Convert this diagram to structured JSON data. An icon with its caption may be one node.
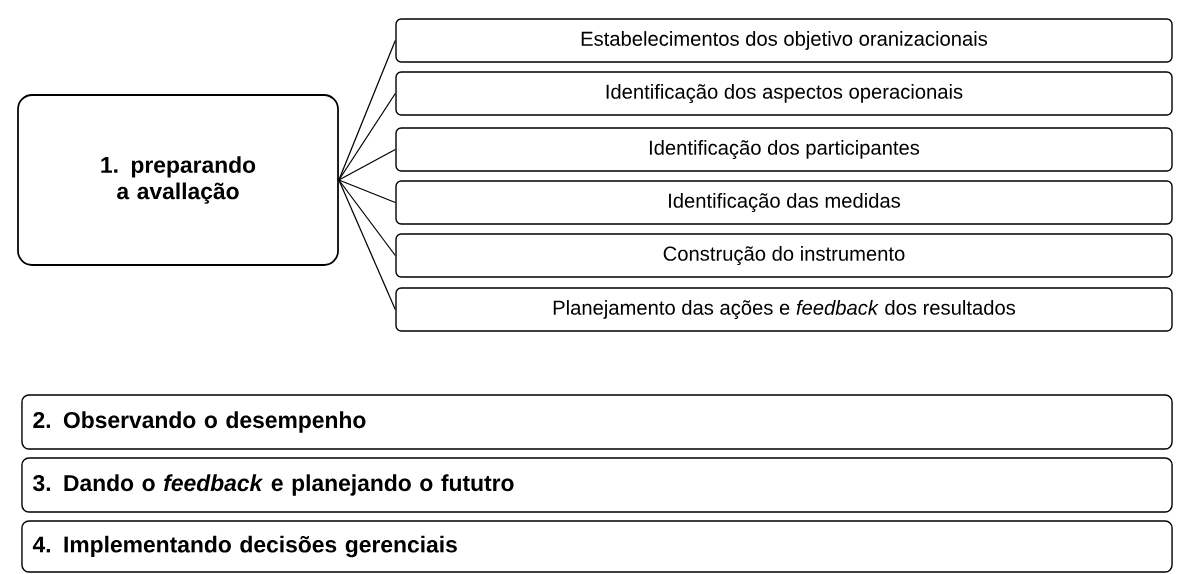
{
  "diagram": {
    "nodes": [
      {
        "text": [
          "1. preparando a avallação"
        ]
      },
      {
        "text": [
          "Estabelecimentos dos objetivo oranizacionais"
        ]
      },
      {
        "text": [
          "Identificação dos aspectos operacionais"
        ]
      },
      {
        "text": [
          "Identificação dos participantes"
        ]
      },
      {
        "text": [
          "Identificação das medidas"
        ]
      },
      {
        "text": [
          "Construção do instrumento"
        ]
      },
      {
        "text": [
          "Planejamento das ações e *feedback* dos resultados"
        ]
      },
      {
        "text": [
          "2. Observando o desempenho"
        ]
      },
      {
        "text": [
          "3. Dando o *feedback* e planejando o fututro"
        ]
      },
      {
        "text": [
          "4. Implementando decisões gerenciais"
        ]
      }
    ],
    "edges": [
      {
        "from": 0,
        "to": 1,
        "arrow": "none"
      },
      {
        "from": 0,
        "to": 2,
        "arrow": "none"
      },
      {
        "from": 0,
        "to": 3,
        "arrow": "none"
      },
      {
        "from": 0,
        "to": 4,
        "arrow": "none"
      },
      {
        "from": 0,
        "to": 5,
        "arrow": "none"
      },
      {
        "from": 0,
        "to": 6,
        "arrow": "none"
      }
    ]
  }
}
